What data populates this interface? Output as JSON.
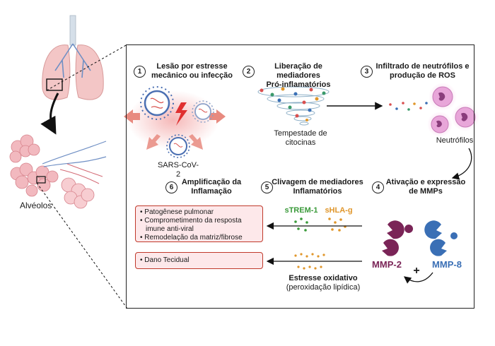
{
  "left": {
    "alveoli_label": "Alvéolos"
  },
  "steps": [
    {
      "number": "1",
      "title_line1": "Lesão por estresse",
      "title_line2": "mecânico ou infecção"
    },
    {
      "number": "2",
      "title_line1": "Liberação de mediadores",
      "title_line2": "Pró-inflamatórios"
    },
    {
      "number": "3",
      "title_line1": "Infiltrado de neutrófilos e",
      "title_line2": "produção de ROS"
    },
    {
      "number": "4",
      "title_line1": "Ativação e expressão",
      "title_line2": "de MMPs"
    },
    {
      "number": "5",
      "title_line1": "Clivagem de mediadores",
      "title_line2": "Inflamatórios"
    },
    {
      "number": "6",
      "title_line1": "Amplificação da",
      "title_line2": "Inflamação"
    }
  ],
  "labels": {
    "virus": "SARS-CoV-2",
    "storm_line1": "Tempestade de",
    "storm_line2": "citocinas",
    "neutrophils": "Neutrófilos",
    "strem": "sTREM-1",
    "shla": "sHLA-g",
    "mmp2": "MMP-2",
    "mmp8": "MMP-8",
    "plus": "+",
    "oxid_line1": "Estresse oxidativo",
    "oxid_line2": "(peroxidação lipídica)"
  },
  "outcomes": {
    "box1": [
      "• Patogênese pulmonar",
      "• Comprometimento da resposta",
      "imune anti-viral",
      "• Remodelação da matriz/fibrose"
    ],
    "box2": [
      "• Dano Tecidual"
    ]
  },
  "colors": {
    "strem": "#3a9a3a",
    "shla": "#e0962a",
    "mmp2": "#7a2457",
    "mmp8": "#3a6fb5",
    "box_border": "#c0392b",
    "box_fill": "#fde8ea"
  }
}
